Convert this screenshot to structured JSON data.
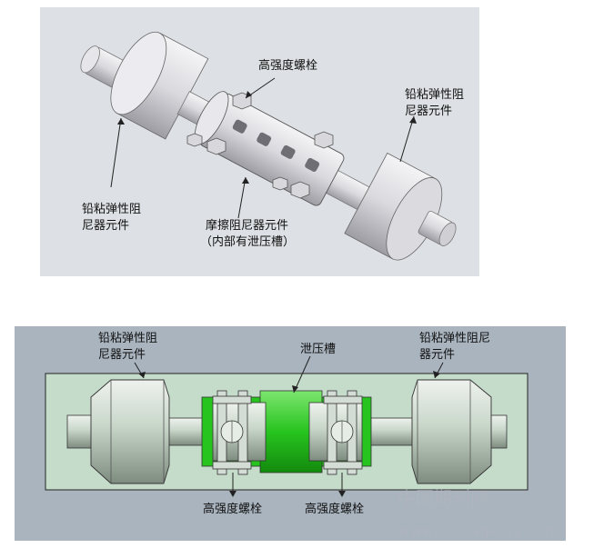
{
  "top_figure": {
    "label_bolts": "高强度螺栓",
    "label_lead_left": [
      "铅粘弹性阻",
      "尼器元件"
    ],
    "label_lead_right": [
      "铅粘弹性阻",
      "尼器元件"
    ],
    "label_friction": [
      "摩擦阻尼器元件",
      "（内部有泄压槽）"
    ]
  },
  "bottom_figure": {
    "label_lead_left": [
      "铅粘弹性阻",
      "尼器元件"
    ],
    "label_lead_right": [
      "铅粘弹性阻尼",
      "器元件"
    ],
    "label_groove": "泄压槽",
    "label_bolts_left": "高强度螺栓",
    "label_bolts_right": "高强度螺栓"
  },
  "watermark": {
    "line1": "中国期刊网",
    "line2": "www.chinaqking.com"
  },
  "colors": {
    "top_bg": "#dde0e4",
    "bottom_bg": "#a9b4bf",
    "bottom_inner": "#c6dccb",
    "groove_green": "#27c41f"
  }
}
